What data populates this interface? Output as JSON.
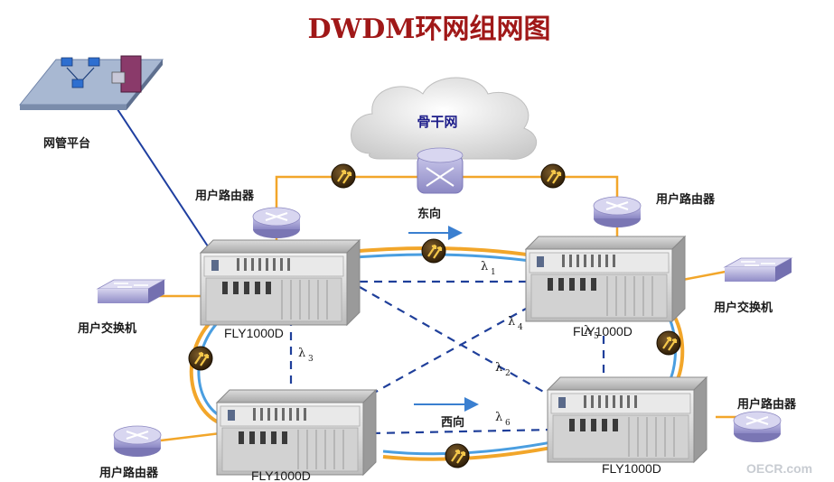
{
  "title": "DWDM环网组网图",
  "nms_label": "网管平台",
  "backbone_label": "骨干网",
  "east_label": "东向",
  "west_label": "西向",
  "router_label": "用户路由器",
  "switch_label": "用户交换机",
  "device_label": "FLY1000D",
  "lambda_symbol": "λ",
  "lambdas": [
    "1",
    "2",
    "3",
    "4",
    "5",
    "6"
  ],
  "watermark": "OECR.com",
  "colors": {
    "ring_orange": "#f2a62a",
    "ring_blue": "#4a9ee0",
    "dashed_blue": "#1f3f9a",
    "mgmt_line": "#1f3fa0",
    "title_red": "#a01818"
  }
}
